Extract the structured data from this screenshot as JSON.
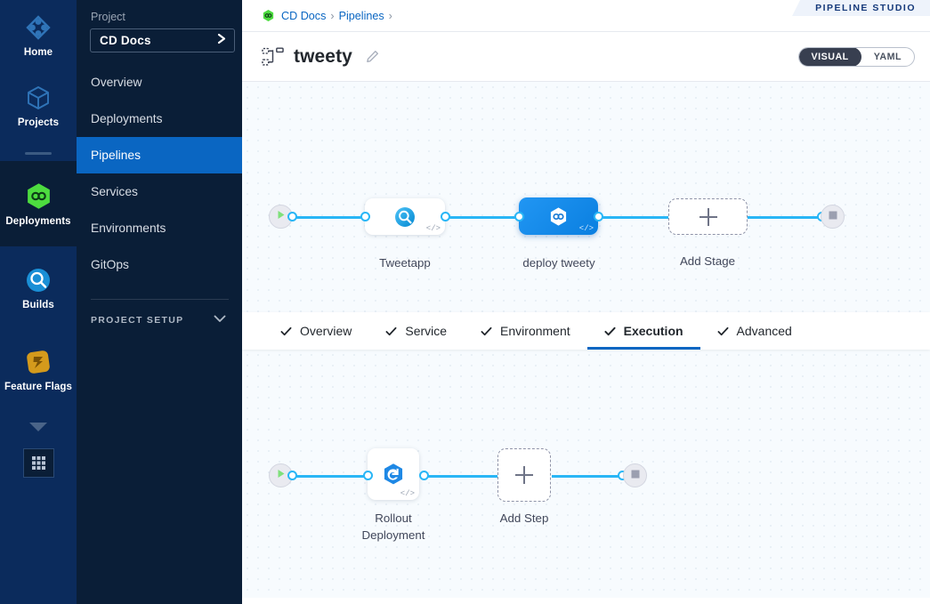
{
  "rail": {
    "items": [
      {
        "label": "Home",
        "icon": "home-diamond-icon",
        "active": false
      },
      {
        "label": "Projects",
        "icon": "cube-icon",
        "active": false
      },
      {
        "label": "Deployments",
        "icon": "deployments-hexagon-icon",
        "active": true
      },
      {
        "label": "Builds",
        "icon": "builds-magnifier-icon",
        "active": false
      },
      {
        "label": "Feature Flags",
        "icon": "feature-flags-icon",
        "active": false
      }
    ],
    "more_caret": "caret-down-icon",
    "grid_button": "app-grid-icon"
  },
  "sidebar": {
    "project_label": "Project",
    "project_name": "CD Docs",
    "project_chevron": "chevron-right-icon",
    "items": [
      {
        "label": "Overview",
        "active": false
      },
      {
        "label": "Deployments",
        "active": false
      },
      {
        "label": "Pipelines",
        "active": true
      },
      {
        "label": "Services",
        "active": false
      },
      {
        "label": "Environments",
        "active": false
      },
      {
        "label": "GitOps",
        "active": false
      }
    ],
    "setup_label": "PROJECT SETUP",
    "setup_chevron": "chevron-down-icon"
  },
  "breadcrumb": {
    "icon": "green-hexagon-infinity-icon",
    "crumbs": [
      "CD Docs",
      "Pipelines"
    ],
    "separator": "›",
    "trailing_separator": "›"
  },
  "studio_badge": "PIPELINE STUDIO",
  "title_bar": {
    "icon": "pipeline-hierarchy-icon",
    "title": "tweety",
    "edit_icon": "pencil-icon"
  },
  "view_toggle": {
    "options": [
      {
        "label": "VISUAL",
        "selected": true
      },
      {
        "label": "YAML",
        "selected": false
      }
    ]
  },
  "stage_canvas": {
    "start_icon": "play-icon",
    "end_icon": "stop-icon",
    "stages": [
      {
        "name": "Tweetapp",
        "type": "build",
        "icon": "build-magnifier-icon",
        "selected": false,
        "code_badge": "</>"
      },
      {
        "name": "deploy tweety",
        "type": "deploy",
        "icon": "deployments-hexagon-icon",
        "selected": true,
        "code_badge": "</>"
      }
    ],
    "add_stage_label": "Add Stage",
    "add_icon": "plus-icon"
  },
  "tabs": [
    {
      "label": "Overview",
      "checked": true,
      "active": false
    },
    {
      "label": "Service",
      "checked": true,
      "active": false
    },
    {
      "label": "Environment",
      "checked": true,
      "active": false
    },
    {
      "label": "Execution",
      "checked": true,
      "active": true
    },
    {
      "label": "Advanced",
      "checked": true,
      "active": false
    }
  ],
  "step_canvas": {
    "start_icon": "play-icon",
    "end_icon": "stop-icon",
    "steps": [
      {
        "name": "Rollout\nDeployment",
        "name_line1": "Rollout",
        "name_line2": "Deployment",
        "icon": "kubernetes-rollout-icon",
        "code_badge": "</>"
      }
    ],
    "add_step_label": "Add Step",
    "add_icon": "plus-icon"
  },
  "colors": {
    "rail_bg": "#0b2b5c",
    "rail_active": "#0a1e37",
    "sidebar_bg": "#0a1e37",
    "sidebar_active": "#0a66c2",
    "accent_blue": "#0a66c2",
    "edge_blue": "#29b6f6",
    "stage_selected": "#2196f3",
    "green": "#4dc952",
    "canvas_bg": "#f7fbfe"
  }
}
